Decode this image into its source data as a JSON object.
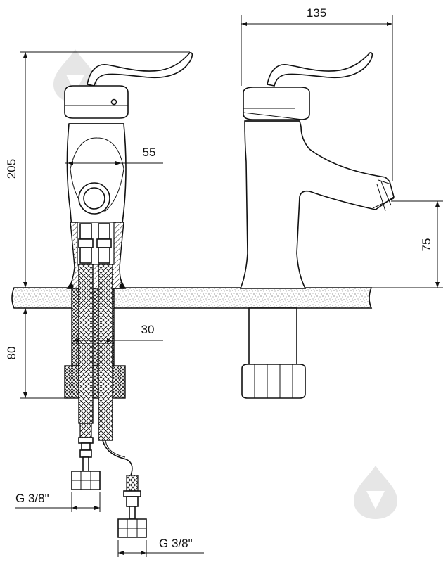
{
  "dimensions": {
    "width_top": "135",
    "height_total": "205",
    "body_width": "55",
    "spout_height": "75",
    "shank_diameter": "30",
    "shank_length": "80",
    "thread_left": "G 3/8\"",
    "thread_right": "G 3/8\""
  },
  "colors": {
    "line": "#111111",
    "background": "#ffffff",
    "watermark": "#e4e4e4",
    "countertop_speckle": "#555555"
  },
  "icons": {
    "watermark": "droplet-triangle-logo"
  }
}
